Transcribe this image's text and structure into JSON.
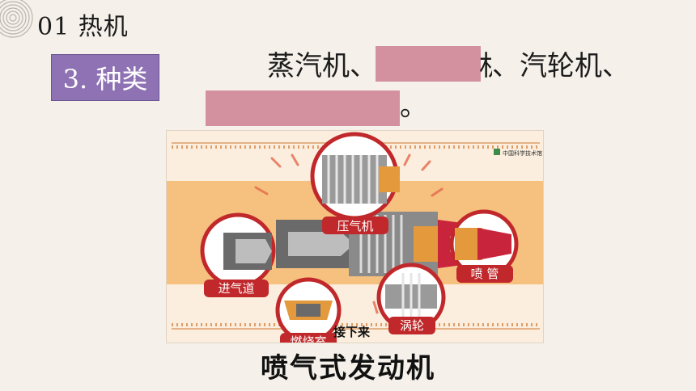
{
  "header": {
    "title": "01 热机"
  },
  "section": {
    "label": "3. 种类"
  },
  "body": {
    "line1_prefix": "蒸汽机、",
    "line1_partial": "机",
    "line1_suffix": "、汽轮机、",
    "line2_suffix": "。"
  },
  "figure": {
    "logo_text": "中国科学技术馆",
    "labels": {
      "compressor": "压气机",
      "intake": "进气道",
      "nozzle": "喷 管",
      "turbine": "涡轮",
      "combustor": "燃烧室",
      "next": "接下来"
    },
    "caption": "喷气式发动机"
  },
  "colors": {
    "badge": "#8e72b4",
    "mask": "#d3919f",
    "label_red": "#c0282b"
  }
}
